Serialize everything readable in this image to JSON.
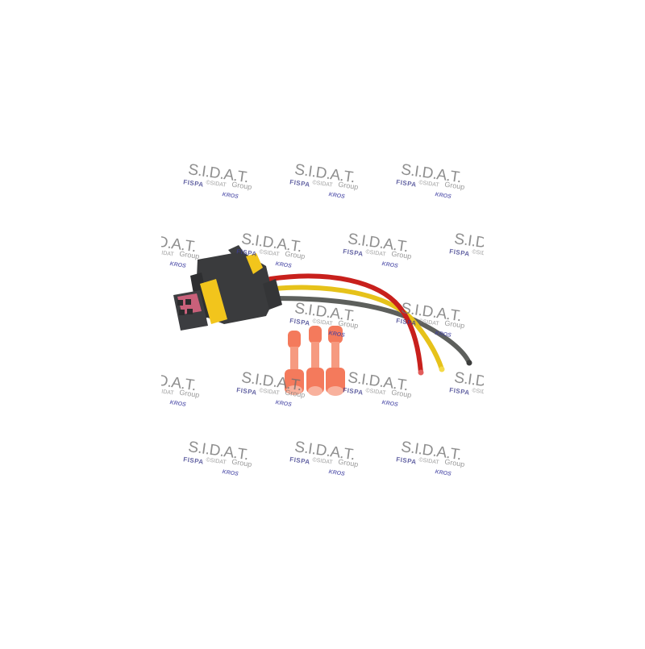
{
  "image": {
    "description": "Wiring harness repair kit: black 3-pin connector with yellow locking clip and pink terminal insert, three wires (red, yellow, grey) and three orange heat-shrink butt connectors",
    "background": "#ffffff",
    "wire_colors": {
      "red": "#c8201c",
      "yellow": "#e6c21a",
      "grey": "#5d5f5c"
    },
    "connector_colors": {
      "housing": "#3a3b3d",
      "clip": "#f2c51c",
      "insert": "#c9607a"
    },
    "butt_connector_color": "#f47a5c",
    "butt_connector_count": 3
  },
  "watermark": {
    "brand": "S.I.D.A.T.",
    "group": "Group",
    "fispa": "FISPA",
    "sub": "©SIDAT",
    "kros": "KROS"
  }
}
